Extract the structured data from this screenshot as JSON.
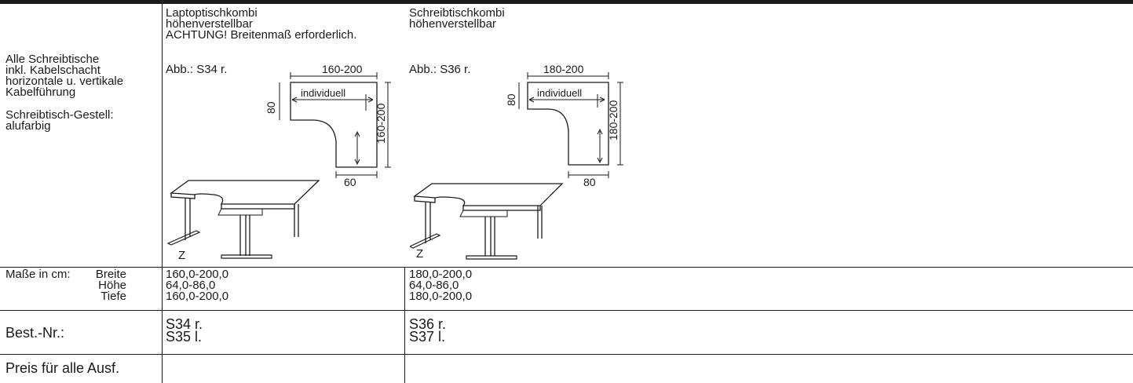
{
  "intro": {
    "line1": "Alle Schreibtische",
    "line2": "inkl. Kabelschacht",
    "line3": "horizontale u. vertikale",
    "line4": "Kabelführung",
    "gestell_label": "Schreibtisch-Gestell:",
    "gestell_value": "alufarbig"
  },
  "products": [
    {
      "title1": "Laptoptischkombi",
      "title2": "höhenverstellbar",
      "note": "ACHTUNG! Breitenmaß erforderlich.",
      "image_label": "Abb.: S34 r.",
      "dim_top": "160-200",
      "dim_inner": "individuell",
      "dim_left": "80",
      "dim_right": "160-200",
      "dim_bottom": "60",
      "perspective_label": "Z",
      "breite": "160,0-200,0",
      "hoehe": "64,0-86,0",
      "tiefe": "160,0-200,0",
      "order1": "S34 r.",
      "order2": "S35 l.",
      "price": ""
    },
    {
      "title1": "Schreibtischkombi",
      "title2": "höhenverstellbar",
      "note": "",
      "image_label": "Abb.: S36 r.",
      "dim_top": "180-200",
      "dim_inner": "individuell",
      "dim_left": "80",
      "dim_right": "180-200",
      "dim_bottom": "80",
      "perspective_label": "Z",
      "breite": "180,0-200,0",
      "hoehe": "64,0-86,0",
      "tiefe": "180,0-200,0",
      "order1": "S36 r.",
      "order2": "S37 l.",
      "price": ""
    }
  ],
  "dimensions": {
    "label": "Maße in cm:",
    "breite": "Breite",
    "hoehe": "Höhe",
    "tiefe": "Tiefe"
  },
  "order": {
    "label": "Best.-Nr.:"
  },
  "price": {
    "label": "Preis für alle Ausf."
  }
}
